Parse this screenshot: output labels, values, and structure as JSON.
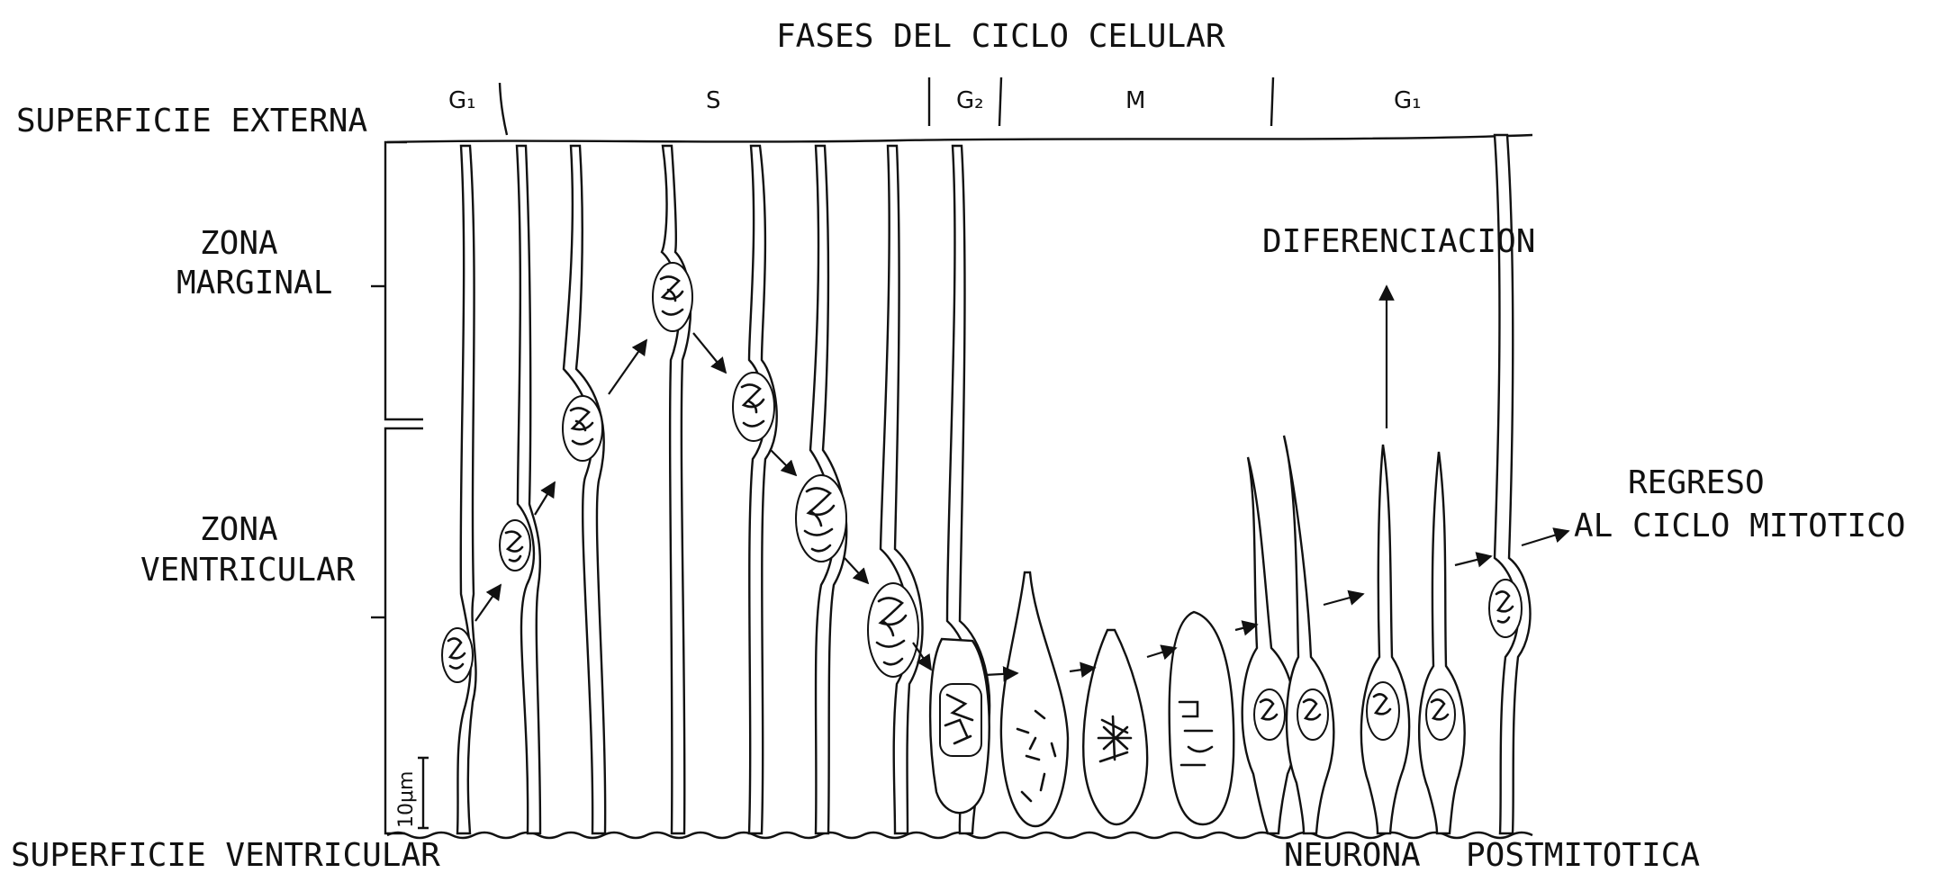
{
  "title": "FASES DEL CICLO CELULAR",
  "phases": [
    "G₁",
    "S",
    "G₂",
    "M",
    "G₁"
  ],
  "surfaces": {
    "external": "SUPERFICIE  EXTERNA",
    "ventricular": "SUPERFICIE  VENTRICULAR"
  },
  "zones": {
    "marginal": [
      "ZONA",
      "MARGINAL"
    ],
    "ventricular": [
      "ZONA",
      "VENTRICULAR"
    ]
  },
  "annotations": {
    "differentiation": "DIFERENCIACION",
    "return_line1": "REGRESO",
    "return_line2": "AL CICLO MITOTICO",
    "neuron": "NEURONA",
    "postmitotic": "POSTMITOTICA"
  },
  "scale_bar": "10μm"
}
